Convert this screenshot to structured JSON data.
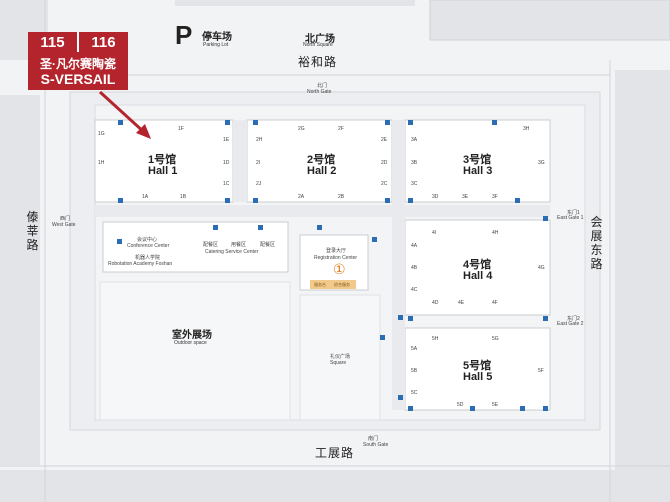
{
  "badge": {
    "number_left": "115",
    "number_right": "116",
    "name_zh": "圣·凡尔赛陶瓷",
    "name_en": "S-VERSAIL",
    "color": "#b3242c"
  },
  "parking": {
    "letter": "P",
    "label_zh": "停车场",
    "label_en": "Parking Lot"
  },
  "north_square": {
    "zh": "北广场",
    "en": "North Square"
  },
  "roads": {
    "north": "裕和路",
    "west": "傣莘路",
    "east": "会展东路",
    "south": "工展路"
  },
  "gates": {
    "north": {
      "zh": "北门",
      "en": "North Gate"
    },
    "west": {
      "zh": "西门",
      "en": "West Gate"
    },
    "east1": {
      "zh": "东门1",
      "en": "East Gate 1"
    },
    "east2": {
      "zh": "东门2",
      "en": "East Gate 2"
    },
    "south": {
      "zh": "南门",
      "en": "South Gate"
    }
  },
  "halls": [
    {
      "zh": "1号馆",
      "en": "Hall 1"
    },
    {
      "zh": "2号馆",
      "en": "Hall 2"
    },
    {
      "zh": "3号馆",
      "en": "Hall 3"
    },
    {
      "zh": "4号馆",
      "en": "Hall 4"
    },
    {
      "zh": "5号馆",
      "en": "Hall 5"
    }
  ],
  "door_labels": {
    "hall1": [
      "1F",
      "1E",
      "1D",
      "1C",
      "1A",
      "1B",
      "1H",
      "1G"
    ],
    "hall2": [
      "2H",
      "2G",
      "2F",
      "2E",
      "2D",
      "2C",
      "2I",
      "2J",
      "2A",
      "2B"
    ],
    "hall3": [
      "3A",
      "3B",
      "3C",
      "3D",
      "3E",
      "3F",
      "3G",
      "3H"
    ],
    "hall4": [
      "4A",
      "4B",
      "4C",
      "4D",
      "4E",
      "4F",
      "4G",
      "4H",
      "4I"
    ],
    "hall5": [
      "5A",
      "5B",
      "5C",
      "5D",
      "5E",
      "5F",
      "5G",
      "5H"
    ]
  },
  "facilities": {
    "conference": {
      "zh": "会议中心",
      "en": "Conference Center"
    },
    "academy": {
      "zh": "机器人学院",
      "en": "Robotation Academy Foshan"
    },
    "catering_zh": [
      "配餐区",
      "用餐区",
      "配餐区"
    ],
    "catering_en": "Catering Service Center",
    "registration": {
      "zh": "登录大厅",
      "en": "Registration Center",
      "marker": "①"
    },
    "reg_strip": [
      "服务台",
      "综合服务"
    ],
    "outdoor": {
      "zh": "室外展场",
      "en": "Outdoor space"
    },
    "square": {
      "zh": "礼仪广场",
      "en": "Square"
    }
  },
  "colors": {
    "hall_fill": "#ffffff",
    "hall_stroke": "#c9ccd2",
    "ground": "#e4e6ea",
    "arrow": "#b3242c",
    "registration_marker": "#e0801f",
    "door_icon": "#2a6db5"
  }
}
